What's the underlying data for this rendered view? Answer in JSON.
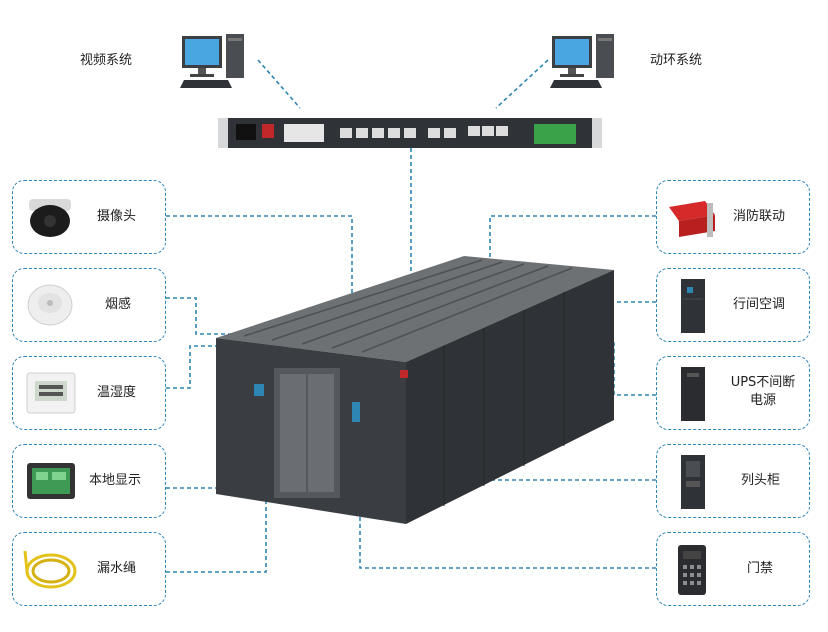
{
  "systems": {
    "video": "视频系统",
    "env": "动环系统"
  },
  "left_items": [
    {
      "label": "摄像头",
      "icon": "dome-camera-icon"
    },
    {
      "label": "烟感",
      "icon": "smoke-detector-icon"
    },
    {
      "label": "温湿度",
      "icon": "thermo-hygrometer-icon"
    },
    {
      "label": "本地显示",
      "icon": "touch-display-icon"
    },
    {
      "label": "漏水绳",
      "icon": "leak-rope-icon"
    }
  ],
  "right_items": [
    {
      "label": "消防联动",
      "icon": "fire-linkage-icon"
    },
    {
      "label": "行间空调",
      "icon": "inrow-ac-icon"
    },
    {
      "label": "UPS不间断电源",
      "icon": "ups-icon"
    },
    {
      "label": "列头柜",
      "icon": "pdu-cabinet-icon"
    },
    {
      "label": "门禁",
      "icon": "access-control-icon"
    }
  ],
  "colors": {
    "dashed_line": "#2d86b4",
    "cabinet": "#3a3d41",
    "cabinet_dark": "#2a2c2f",
    "gateway": "#2f3236"
  }
}
